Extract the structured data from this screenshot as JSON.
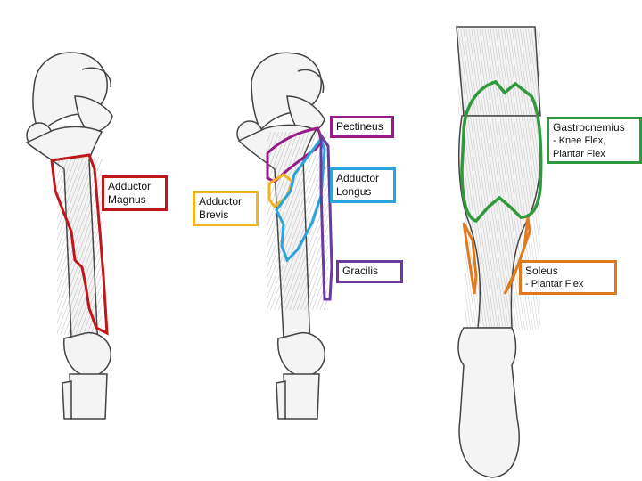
{
  "colors": {
    "adductor_magnus": "#c0161a",
    "adductor_brevis": "#f2b51c",
    "pectineus": "#9a1a8a",
    "adductor_longus": "#2aa4dc",
    "gracilis": "#6b3aa0",
    "gastrocnemius": "#2e9a3c",
    "soleus": "#e07a1c",
    "bone_line": "#444444"
  },
  "labels": {
    "adductor_magnus": [
      "Adductor",
      "Magnus"
    ],
    "adductor_brevis": [
      "Adductor",
      "Brevis"
    ],
    "pectineus": [
      "Pectineus"
    ],
    "adductor_longus": [
      "Adductor",
      "Longus"
    ],
    "gracilis": [
      "Gracilis"
    ],
    "gastrocnemius": {
      "name": "Gastrocnemius",
      "actions": [
        "- Knee Flex,",
        "Plantar Flex"
      ]
    },
    "soleus": {
      "name": "Soleus",
      "actions": [
        "- Plantar Flex"
      ]
    }
  }
}
